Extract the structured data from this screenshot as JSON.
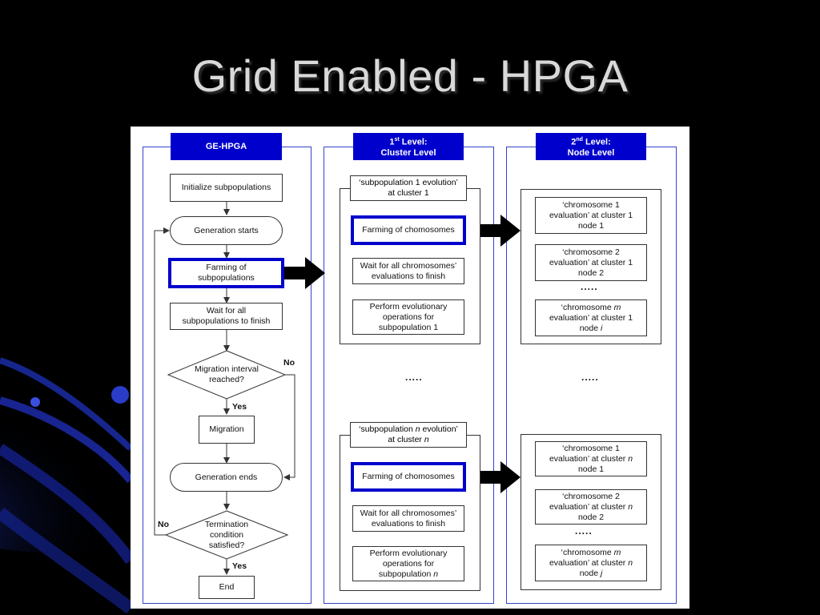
{
  "slide": {
    "title": "Grid Enabled - HPGA"
  },
  "columns": {
    "ge": {
      "header": "GE-HPGA"
    },
    "cluster": {
      "header_line1": "1st Level:",
      "header_sup": "st",
      "header_pre": "1",
      "header_post": " Level:",
      "header_line2": "Cluster Level"
    },
    "node": {
      "header_pre": "2",
      "header_sup": "nd",
      "header_post": " Level:",
      "header_line2": "Node Level"
    }
  },
  "ge_flow": {
    "init": "Initialize subpopulations",
    "gen_start": "Generation starts",
    "farming_l1": "Farming of",
    "farming_l2": "subpopulations",
    "wait_l1": "Wait for all",
    "wait_l2": "subpopulations to finish",
    "migration_q_l1": "Migration interval",
    "migration_q_l2": "reached?",
    "no1": "No",
    "yes1": "Yes",
    "migration": "Migration",
    "gen_end": "Generation ends",
    "term_l1": "Termination",
    "term_l2": "condition",
    "term_l3": "satisfied?",
    "no2": "No",
    "yes2": "Yes",
    "end": "End"
  },
  "cluster_top": {
    "tag_l1": "‘subpopulation 1 evolution’",
    "tag_l2": "at cluster 1",
    "farming": "Farming of chomosomes",
    "wait_l1": "Wait for all chromosomes’",
    "wait_l2": "evaluations to finish",
    "perform_l1": "Perform evolutionary",
    "perform_l2": "operations for",
    "perform_l3": "subpopulation 1"
  },
  "cluster_bottom": {
    "tag_l1a": "‘subpopulation ",
    "tag_l1i": "n",
    "tag_l1b": " evolution’",
    "tag_l2a": "at cluster ",
    "tag_l2i": "n",
    "farming": "Farming of chomosomes",
    "wait_l1": "Wait for all chromosomes’",
    "wait_l2": "evaluations to finish",
    "perform_l1": "Perform evolutionary",
    "perform_l2": "operations for",
    "perform_l3a": "subpopulation ",
    "perform_l3i": "n"
  },
  "dots": {
    "mid_cluster": ".....",
    "mid_node": ".....",
    "node_top": ".....",
    "node_bottom": "....."
  },
  "node_top": {
    "c1_l1": "‘chromosome 1",
    "c1_l2": "evaluation’ at cluster 1",
    "c1_l3": "node 1",
    "c2_l1": "‘chromosome 2",
    "c2_l2": "evaluation’ at cluster 1",
    "c2_l3": "node 2",
    "cm_l1a": "‘chromosome ",
    "cm_l1i": "m",
    "cm_l2": "evaluation’ at cluster 1",
    "cm_l3a": "node ",
    "cm_l3i": "i"
  },
  "node_bottom": {
    "c1_l1": "‘chromosome 1",
    "c1_l2a": "evaluation’ at cluster ",
    "c1_l2i": "n",
    "c1_l3": "node 1",
    "c2_l1": "‘chromosome 2",
    "c2_l2a": "evaluation’ at cluster ",
    "c2_l2i": "n",
    "c2_l3": "node 2",
    "cm_l1a": "‘chromosome ",
    "cm_l1i": "m",
    "cm_l2a": "evaluation’ at cluster ",
    "cm_l2i": "n",
    "cm_l3a": "node ",
    "cm_l3i": "j"
  },
  "colors": {
    "accent_blue": "#0000cc",
    "frame_blue": "#3344cc",
    "background": "#000000"
  }
}
